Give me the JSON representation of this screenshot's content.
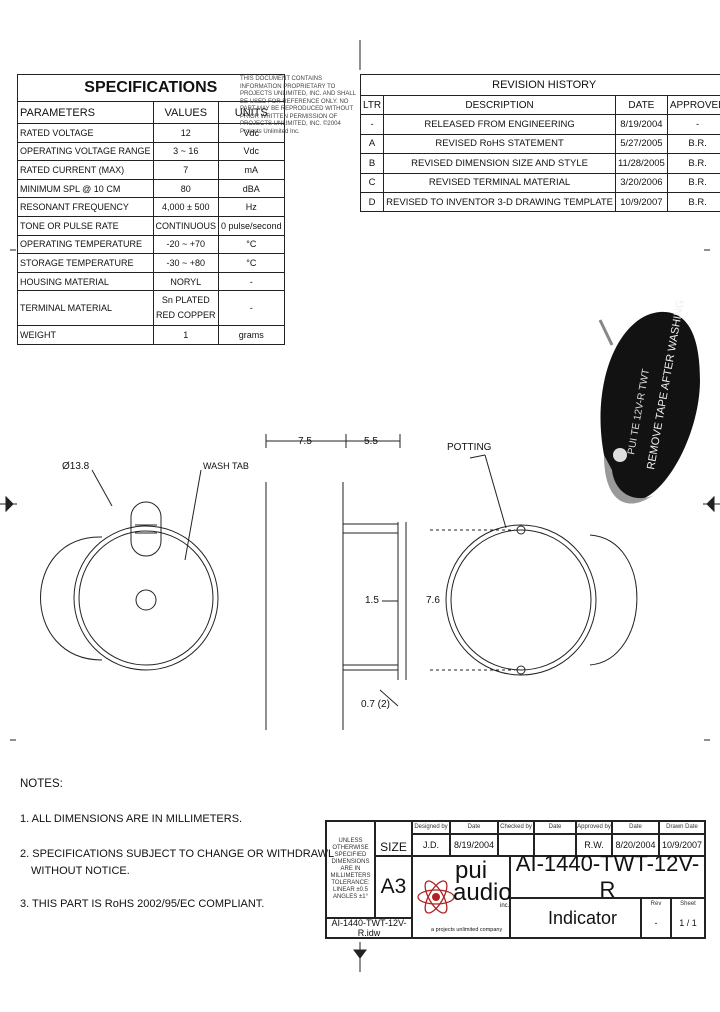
{
  "spec": {
    "title": "SPECIFICATIONS",
    "headers": [
      "PARAMETERS",
      "VALUES",
      "UNITS"
    ],
    "rows": [
      [
        "RATED VOLTAGE",
        "12",
        "Vdc"
      ],
      [
        "OPERATING VOLTAGE RANGE",
        "3 ~ 16",
        "Vdc"
      ],
      [
        "RATED CURRENT (MAX)",
        "7",
        "mA"
      ],
      [
        "MINIMUM SPL @ 10 CM",
        "80",
        "dBA"
      ],
      [
        "RESONANT FREQUENCY",
        "4,000 ± 500",
        "Hz"
      ],
      [
        "TONE OR PULSE RATE",
        "CONTINUOUS",
        "0 pulse/second"
      ],
      [
        "OPERATING TEMPERATURE",
        "-20 ~ +70",
        "°C"
      ],
      [
        "STORAGE TEMPERATURE",
        "-30 ~ +80",
        "°C"
      ],
      [
        "HOUSING MATERIAL",
        "NORYL",
        "-"
      ]
    ],
    "terminal": {
      "label": "TERMINAL MATERIAL",
      "value_line1": "Sn PLATED",
      "value_line2": "RED COPPER",
      "unit": "-"
    },
    "weight": {
      "label": "WEIGHT",
      "value": "1",
      "unit": "grams"
    }
  },
  "notice": "THIS DOCUMENT CONTAINS INFORMATION PROPRIETARY TO PROJECTS UNLIMITED, INC. AND SHALL BE USED FOR REFERENCE ONLY. NO PART MAY BE REPRODUCED WITHOUT PRIOR WRITTEN PERMISSION OF PROJECTS UNLIMITED, INC. ©2004 Projects Unlimited Inc.",
  "revision": {
    "title": "REVISION HISTORY",
    "headers": [
      "LTR",
      "DESCRIPTION",
      "DATE",
      "APPROVED"
    ],
    "rows": [
      [
        "-",
        "RELEASED FROM ENGINEERING",
        "8/19/2004",
        "-"
      ],
      [
        "A",
        "REVISED RoHS STATEMENT",
        "5/27/2005",
        "B.R."
      ],
      [
        "B",
        "REVISED DIMENSION SIZE AND STYLE",
        "11/28/2005",
        "B.R."
      ],
      [
        "C",
        "REVISED TERMINAL MATERIAL",
        "3/20/2006",
        "B.R."
      ],
      [
        "D",
        "REVISED TO INVENTOR 3-D DRAWING TEMPLATE",
        "10/9/2007",
        "B.R."
      ]
    ]
  },
  "drawing": {
    "diameter_label": "Ø13.8",
    "wash_tab_label": "WASH TAB",
    "dim_7_5": "7.5",
    "dim_5_5": "5.5",
    "dim_1_5": "1.5",
    "dim_7_6": "7.6",
    "dim_0_7": "0.7 (2)",
    "potting_label": "POTTING",
    "product_label": "REMOVE TAPE AFTER WASHING",
    "product_marking": "PUI TE 12V-R TWT"
  },
  "notes": {
    "title": "NOTES:",
    "items": [
      "1. ALL DIMENSIONS ARE IN MILLIMETERS.",
      "2. SPECIFICATIONS SUBJECT TO CHANGE OR WITHDRAWL",
      "WITHOUT NOTICE.",
      "3. THIS PART IS RoHS 2002/95/EC COMPLIANT."
    ]
  },
  "title_block": {
    "tolerance_note": "UNLESS OTHERWISE SPECIFIED DIMENSIONS ARE IN MILLIMETERS TOLERANCE: LINEAR ±0.5 ANGLES ±1°",
    "size_label": "SIZE",
    "size": "A3",
    "designed_by_label": "Designed by",
    "designed_by": "J.D.",
    "date_label": "Date",
    "design_date": "8/19/2004",
    "checked_by_label": "Checked by",
    "checked_date_label": "Date",
    "approved_by_label": "Approved by",
    "approved_by": "R.W.",
    "approved_date": "8/20/2004",
    "drawn_date_label": "Drawn Date",
    "drawn_date": "10/9/2007",
    "part_number": "AI-1440-TWT-12V-R",
    "description": "Indicator",
    "rev_label": "Rev",
    "rev": "-",
    "sheet_label": "Sheet",
    "sheet": "1 / 1",
    "filename": "AI-1440-TWT-12V-R.idw",
    "logo_top": "pui",
    "logo_bottom": "audio",
    "logo_inc": "inc.",
    "logo_tagline": "a projects unlimited company"
  },
  "colors": {
    "line": "#222222",
    "logo_red": "#b22222",
    "product_body": "#141414",
    "product_bottom": "#9a9a9a"
  }
}
